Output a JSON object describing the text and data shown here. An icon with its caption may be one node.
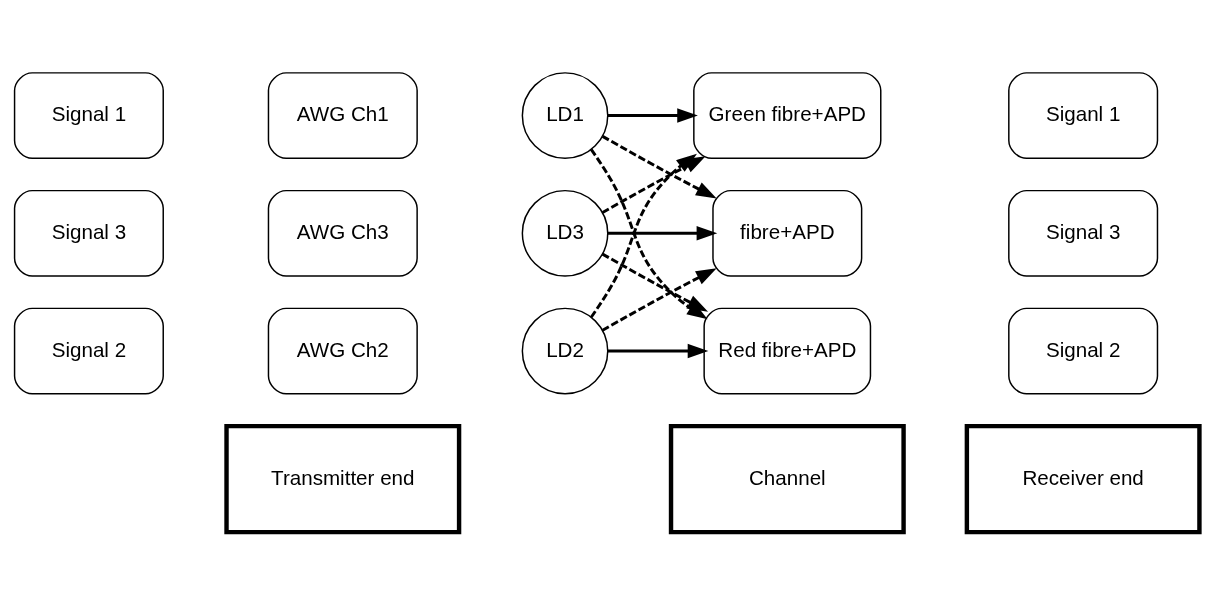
{
  "diagram": {
    "nodes": [
      {
        "text": [
          "Transmitter end"
        ]
      },
      {
        "text": [
          "Channel"
        ]
      },
      {
        "text": [
          "Receiver end"
        ]
      },
      {
        "text": [
          "Signal 1"
        ]
      },
      {
        "text": [
          "AWG Ch1"
        ]
      },
      {
        "text": [
          "LD1"
        ]
      },
      {
        "text": [
          "Green fibre+APD"
        ]
      },
      {
        "text": [
          "Siganl 1"
        ]
      },
      {
        "text": [
          "Signal 2"
        ]
      },
      {
        "text": [
          "AWG Ch2"
        ]
      },
      {
        "text": [
          "LD2"
        ]
      },
      {
        "text": [
          "Red fibre+APD"
        ]
      },
      {
        "text": [
          "Signal 2"
        ]
      },
      {
        "text": [
          "Signal 3"
        ]
      },
      {
        "text": [
          "AWG Ch3"
        ]
      },
      {
        "text": [
          "LD3"
        ]
      },
      {
        "text": [
          "fibre+APD"
        ]
      },
      {
        "text": [
          "Signal 3"
        ]
      }
    ],
    "edges": [
      {
        "from": 5,
        "to": 6,
        "arrow": "to"
      },
      {
        "from": 10,
        "to": 11,
        "arrow": "to"
      },
      {
        "from": 15,
        "to": 16,
        "arrow": "to"
      },
      {
        "from": 5,
        "to": 11,
        "arrow": "to",
        "style": "dashed"
      },
      {
        "from": 5,
        "to": 16,
        "arrow": "to",
        "style": "dashed"
      },
      {
        "from": 10,
        "to": 6,
        "arrow": "to",
        "style": "dashed"
      },
      {
        "from": 10,
        "to": 16,
        "arrow": "to",
        "style": "dashed"
      },
      {
        "from": 15,
        "to": 6,
        "arrow": "to",
        "style": "dashed"
      },
      {
        "from": 15,
        "to": 11,
        "arrow": "to",
        "style": "dashed"
      }
    ]
  }
}
